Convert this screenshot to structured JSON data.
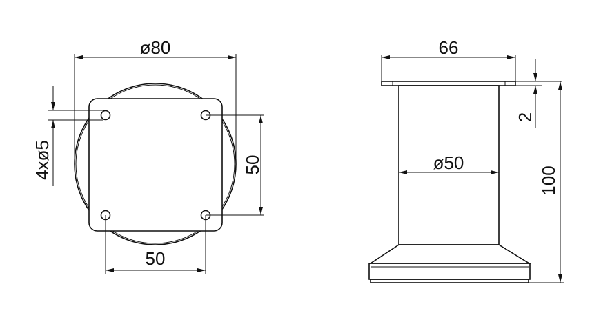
{
  "top_view": {
    "outer_diameter_label": "ø80",
    "holes_label": "4xø5",
    "hole_spacing_vertical_label": "50",
    "hole_spacing_horizontal_label": "50"
  },
  "side_view": {
    "plate_width_label": "66",
    "plate_thickness_label": "2",
    "column_diameter_label": "ø50",
    "height_label": "100"
  }
}
